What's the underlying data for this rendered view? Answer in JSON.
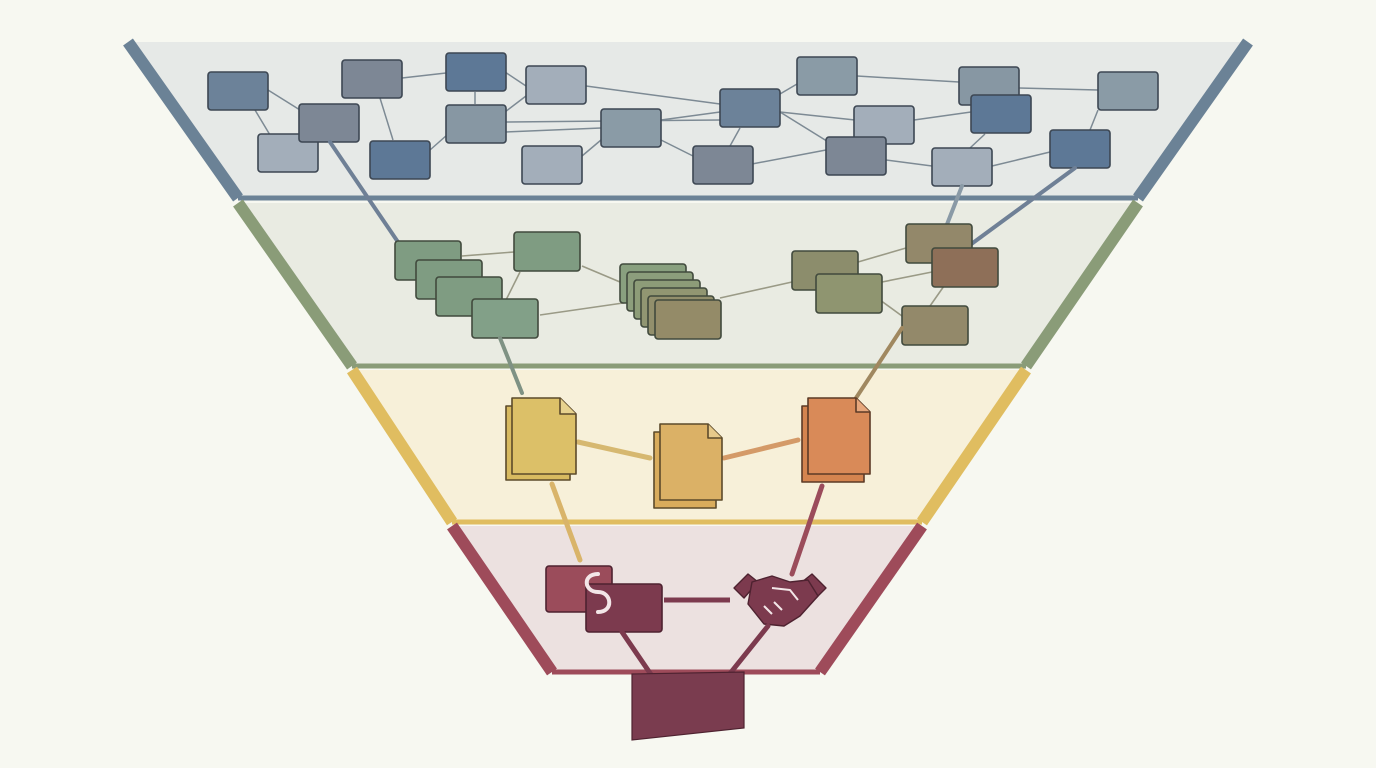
{
  "funnel": {
    "tiers": [
      {
        "id": "tier-1",
        "fill": "#e6e9e7",
        "border": "#6b8296"
      },
      {
        "id": "tier-2",
        "fill": "#e9ebe2",
        "border": "#8a9c78"
      },
      {
        "id": "tier-3",
        "fill": "#f7f0d9",
        "border": "#e0bd60"
      },
      {
        "id": "tier-4",
        "fill": "#ece1e0",
        "border": "#9e4b5a"
      }
    ],
    "output_color": "#7a3c4f"
  },
  "icons": {
    "tier1": "node-box-icon",
    "tier2": "stacked-card-icon",
    "tier3": "document-stack-icon",
    "tier4": [
      "puzzle-icon",
      "handshake-icon",
      "output-box-icon"
    ]
  },
  "palette": {
    "tier1_boxes": [
      "#6c8299",
      "#7d8795",
      "#a3aeba",
      "#8a9ba6",
      "#5d7896",
      "#8797a3"
    ],
    "tier2_boxes": [
      "#7f9c82",
      "#8c9a77",
      "#93896a",
      "#8e6f58"
    ],
    "tier3_docs": [
      "#dcc068",
      "#dbb166",
      "#d98a58"
    ],
    "tier4": [
      "#9b4c5b",
      "#7c3a4e"
    ]
  }
}
